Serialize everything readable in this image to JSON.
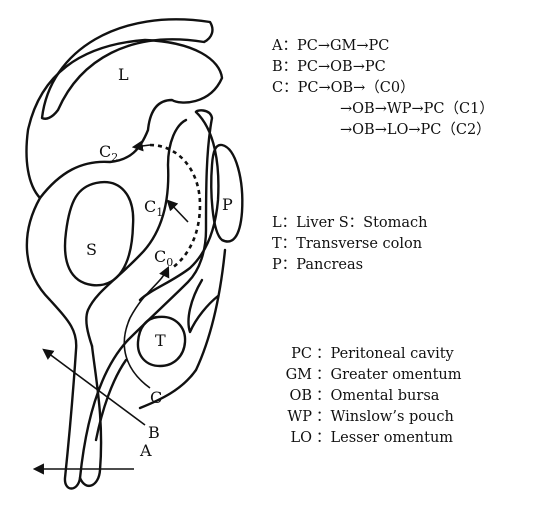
{
  "diagram": {
    "organs": {
      "liver": "L",
      "stomach": "S",
      "pancreas": "P",
      "transverse_colon": "T"
    },
    "routes": {
      "a": "A",
      "b": "B",
      "c": "C",
      "c0": {
        "main": "C",
        "sub": "0"
      },
      "c1": {
        "main": "C",
        "sub": "1"
      },
      "c2": {
        "main": "C",
        "sub": "2"
      }
    }
  },
  "legend": {
    "routes": [
      "A：PC→GM→PC",
      "B：PC→OB→PC",
      "C：PC→OB→（C0）",
      "→OB→WP→PC（C1）",
      "→OB→LO→PC（C2）"
    ],
    "organs": [
      "L：Liver S：Stomach",
      "T：Transverse colon",
      "P：Pancreas"
    ],
    "abbreviations": [
      {
        "abbr": "PC",
        "desc": "：Peritoneal cavity"
      },
      {
        "abbr": "GM",
        "desc": "：Greater omentum"
      },
      {
        "abbr": "OB",
        "desc": "：Omental bursa"
      },
      {
        "abbr": "WP",
        "desc": "：Winslow’s pouch"
      },
      {
        "abbr": "LO",
        "desc": "：Lesser omentum"
      }
    ]
  }
}
